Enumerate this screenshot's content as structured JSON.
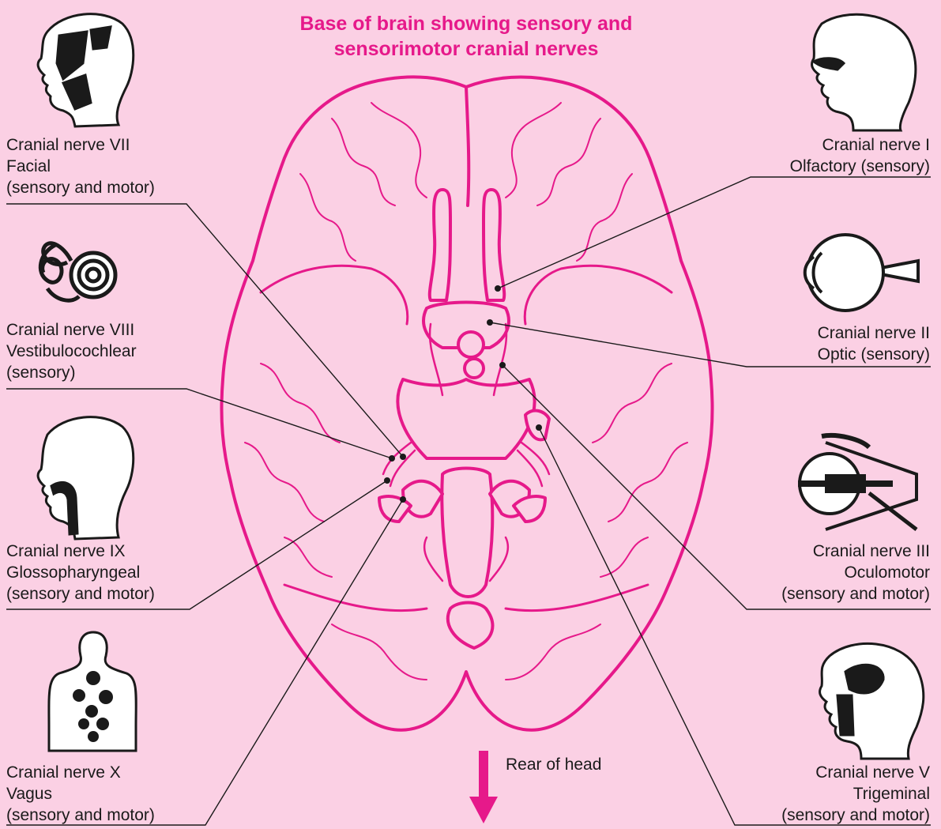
{
  "title": {
    "line1": "Base of brain showing sensory and",
    "line2": "sensorimotor cranial nerves"
  },
  "colors": {
    "accent": "#e6198a",
    "background": "#fbd0e4",
    "ink": "#1a1a1a"
  },
  "nerves": {
    "facial": {
      "line1": "Cranial nerve VII",
      "line2": "Facial",
      "line3": "(sensory and motor)",
      "icon": "face-head-icon"
    },
    "vestibulocochlear": {
      "line1": "Cranial nerve VIII",
      "line2": "Vestibulocochlear",
      "line3": "(sensory)",
      "icon": "inner-ear-icon"
    },
    "glossopharyngeal": {
      "line1": "Cranial nerve IX",
      "line2": "Glossopharyngeal",
      "line3": "(sensory and motor)",
      "icon": "throat-head-icon"
    },
    "vagus": {
      "line1": "Cranial nerve X",
      "line2": "Vagus",
      "line3": "(sensory and motor)",
      "icon": "torso-icon"
    },
    "olfactory": {
      "line1": "Cranial nerve I",
      "line2": "Olfactory (sensory)",
      "icon": "nose-head-icon"
    },
    "optic": {
      "line1": "Cranial nerve II",
      "line2": "Optic (sensory)",
      "icon": "eye-icon"
    },
    "oculomotor": {
      "line1": "Cranial nerve III",
      "line2": "Oculomotor",
      "line3": "(sensory and motor)",
      "icon": "eye-muscles-icon"
    },
    "trigeminal": {
      "line1": "Cranial nerve V",
      "line2": "Trigeminal",
      "line3": "(sensory and motor)",
      "icon": "jaw-head-icon"
    }
  },
  "rear_label": "Rear of head"
}
